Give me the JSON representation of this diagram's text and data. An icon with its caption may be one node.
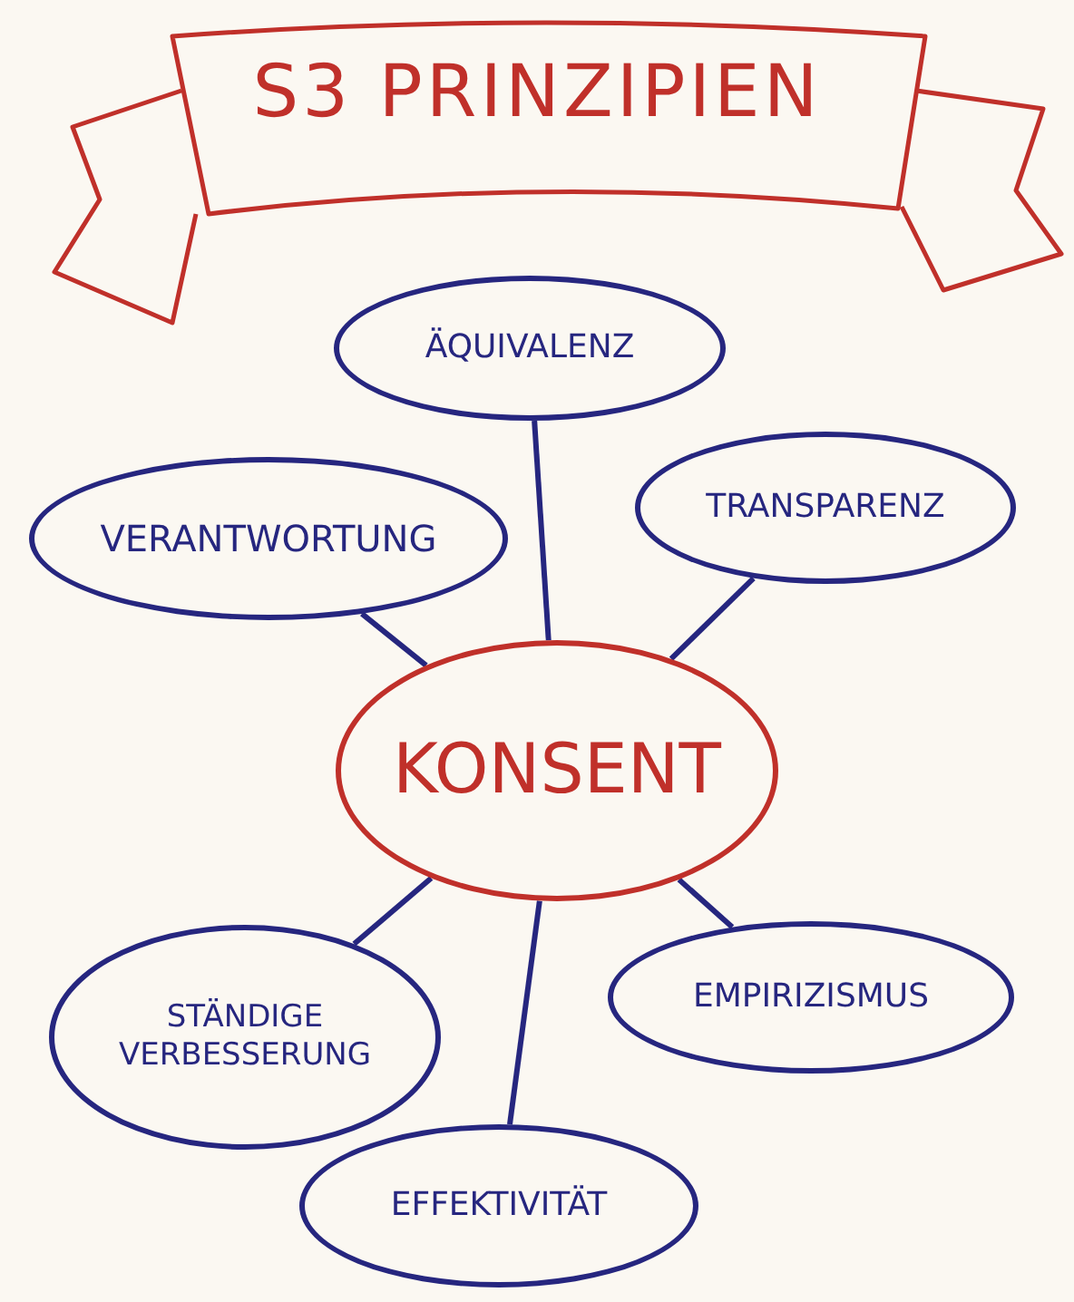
{
  "diagram": {
    "title": "S3 PRINZIPIEN",
    "nodes": [
      {
        "text": [
          "ÄQUIVALENZ"
        ]
      },
      {
        "text": [
          "VERANTWORTUNG"
        ]
      },
      {
        "text": [
          "TRANSPARENZ"
        ]
      },
      {
        "text": [
          "KONSENT"
        ]
      },
      {
        "text": [
          "STÄNDIGE VERBESSERUNG"
        ]
      },
      {
        "text": [
          "EMPIRIZISMUS"
        ]
      },
      {
        "text": [
          "EFFEKTIVITÄT"
        ]
      }
    ],
    "edges": [
      {
        "from": 3,
        "to": 0,
        "arrow": "none"
      },
      {
        "from": 3,
        "to": 1,
        "arrow": "none"
      },
      {
        "from": 3,
        "to": 2,
        "arrow": "none"
      },
      {
        "from": 3,
        "to": 4,
        "arrow": "none"
      },
      {
        "from": 3,
        "to": 6,
        "arrow": "none"
      },
      {
        "from": 3,
        "to": 5,
        "arrow": "none"
      }
    ]
  }
}
